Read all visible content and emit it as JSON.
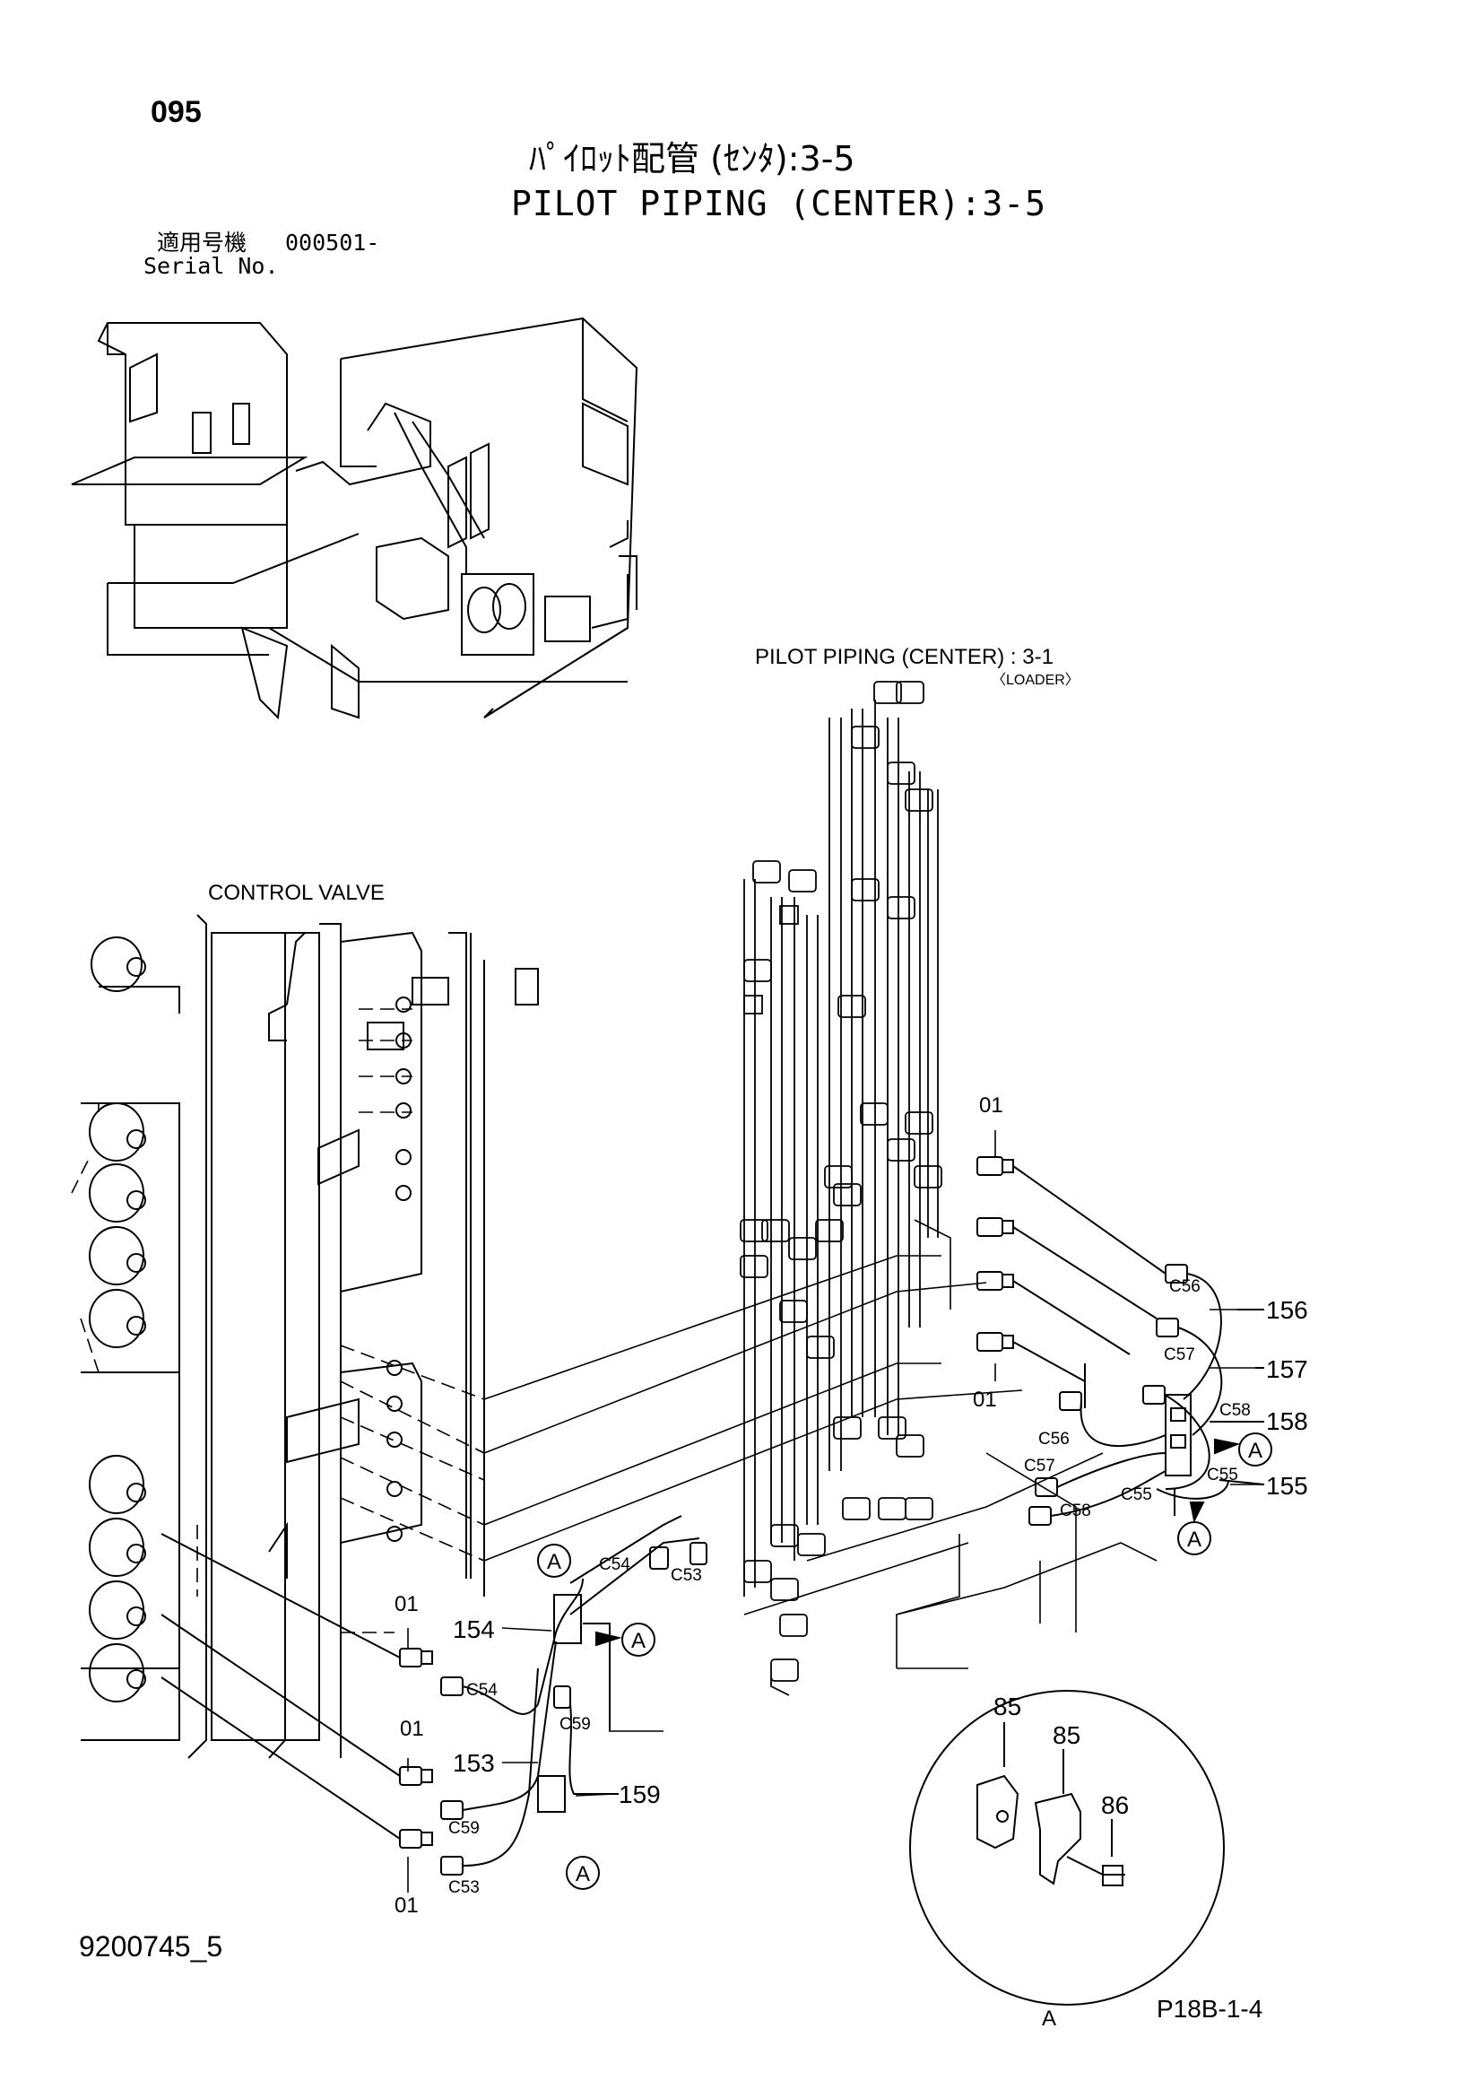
{
  "header": {
    "page_number": "095",
    "title_jp": "ﾊﾟｲﾛｯﾄ配管 (ｾﾝﾀ):3-5",
    "title_en": "PILOT PIPING (CENTER):3-5",
    "serial_label_jp": "適用号機",
    "serial_label_en": "Serial No.",
    "serial_value": "000501-"
  },
  "annotations": {
    "pilot_piping_ref": "PILOT  PIPING (CENTER) : 3-1",
    "loader_ref": "〈LOADER〉",
    "control_valve": "CONTROL  VALVE"
  },
  "parts": {
    "p01": "01",
    "p153": "153",
    "p154": "154",
    "p155": "155",
    "p156": "156",
    "p157": "157",
    "p158": "158",
    "p159": "159",
    "p85": "85",
    "p86": "86"
  },
  "connectors": {
    "c53": "C53",
    "c54": "C54",
    "c55": "C55",
    "c56": "C56",
    "c57": "C57",
    "c58": "C58",
    "c59": "C59"
  },
  "view_marker": "A",
  "footer": {
    "doc_number": "9200745_5",
    "page_code": "P18B-1-4"
  }
}
